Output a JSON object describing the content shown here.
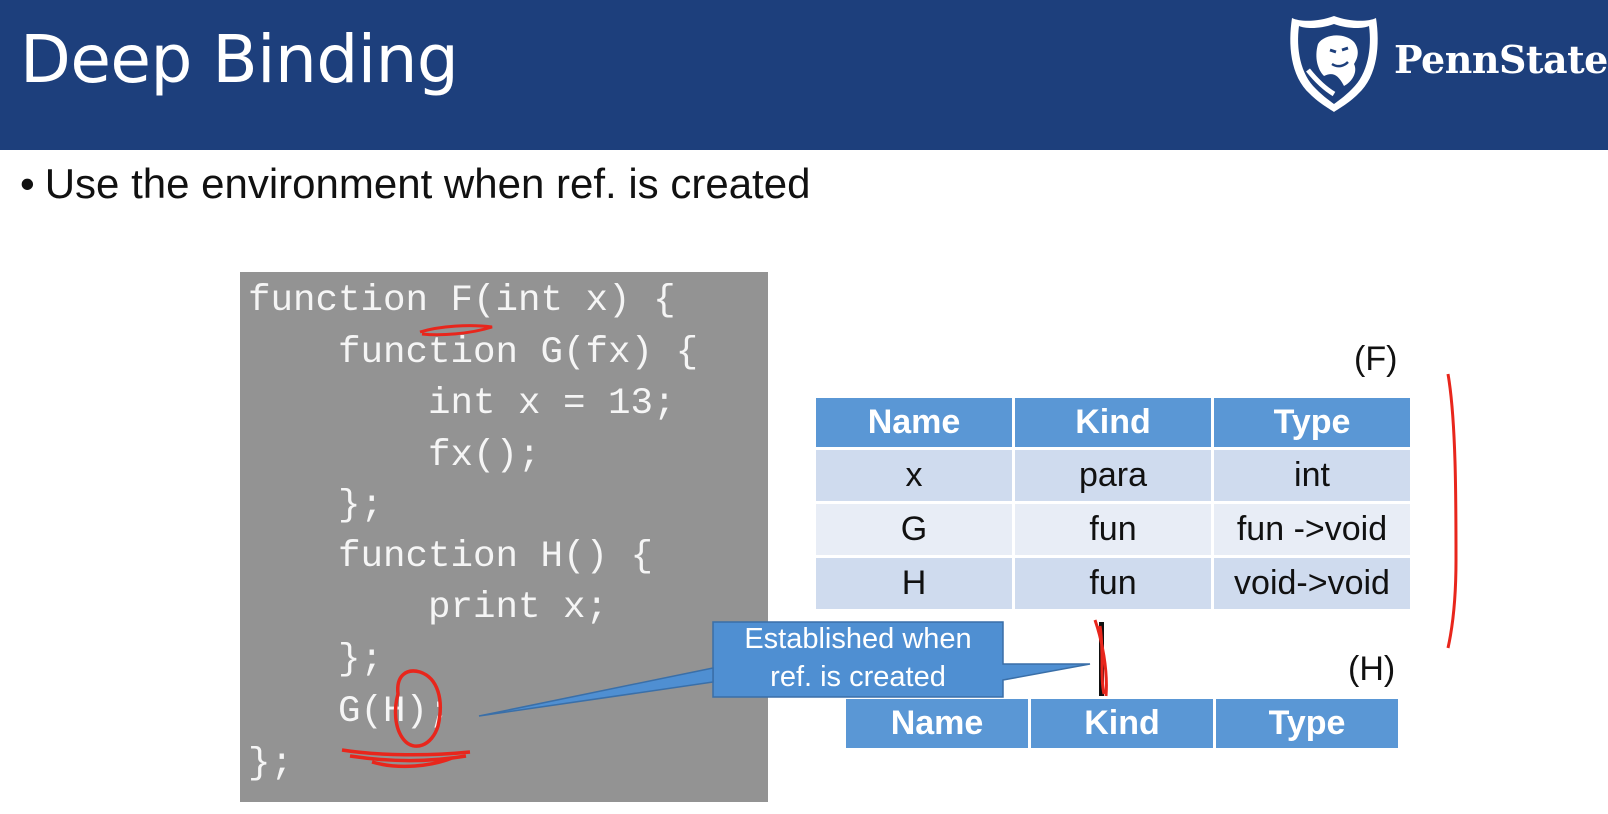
{
  "slide": {
    "title": "Deep Binding",
    "logo_text": "PennState",
    "bullet": "Use the environment when ref. is created"
  },
  "code": {
    "lines": [
      "function F(int x) {",
      "    function G(fx) {",
      "        int x = 13;",
      "        fx();",
      "    };",
      "    function H() {",
      "        print x;",
      "    };",
      "    G(H);",
      "};"
    ]
  },
  "table_f": {
    "label": "(F)",
    "headers": [
      "Name",
      "Kind",
      "Type"
    ],
    "rows": [
      [
        "x",
        "para",
        "int"
      ],
      [
        "G",
        "fun",
        "fun ->void"
      ],
      [
        "H",
        "fun",
        "void->void"
      ]
    ]
  },
  "table_h": {
    "label": "(H)",
    "headers": [
      "Name",
      "Kind",
      "Type"
    ]
  },
  "callout": {
    "line1": "Established when",
    "line2": "ref. is created"
  },
  "colors": {
    "header_bg": "#1d3f7c",
    "code_bg": "#939393",
    "table_header": "#5a97d5",
    "annotation_ink": "#e8261c"
  }
}
